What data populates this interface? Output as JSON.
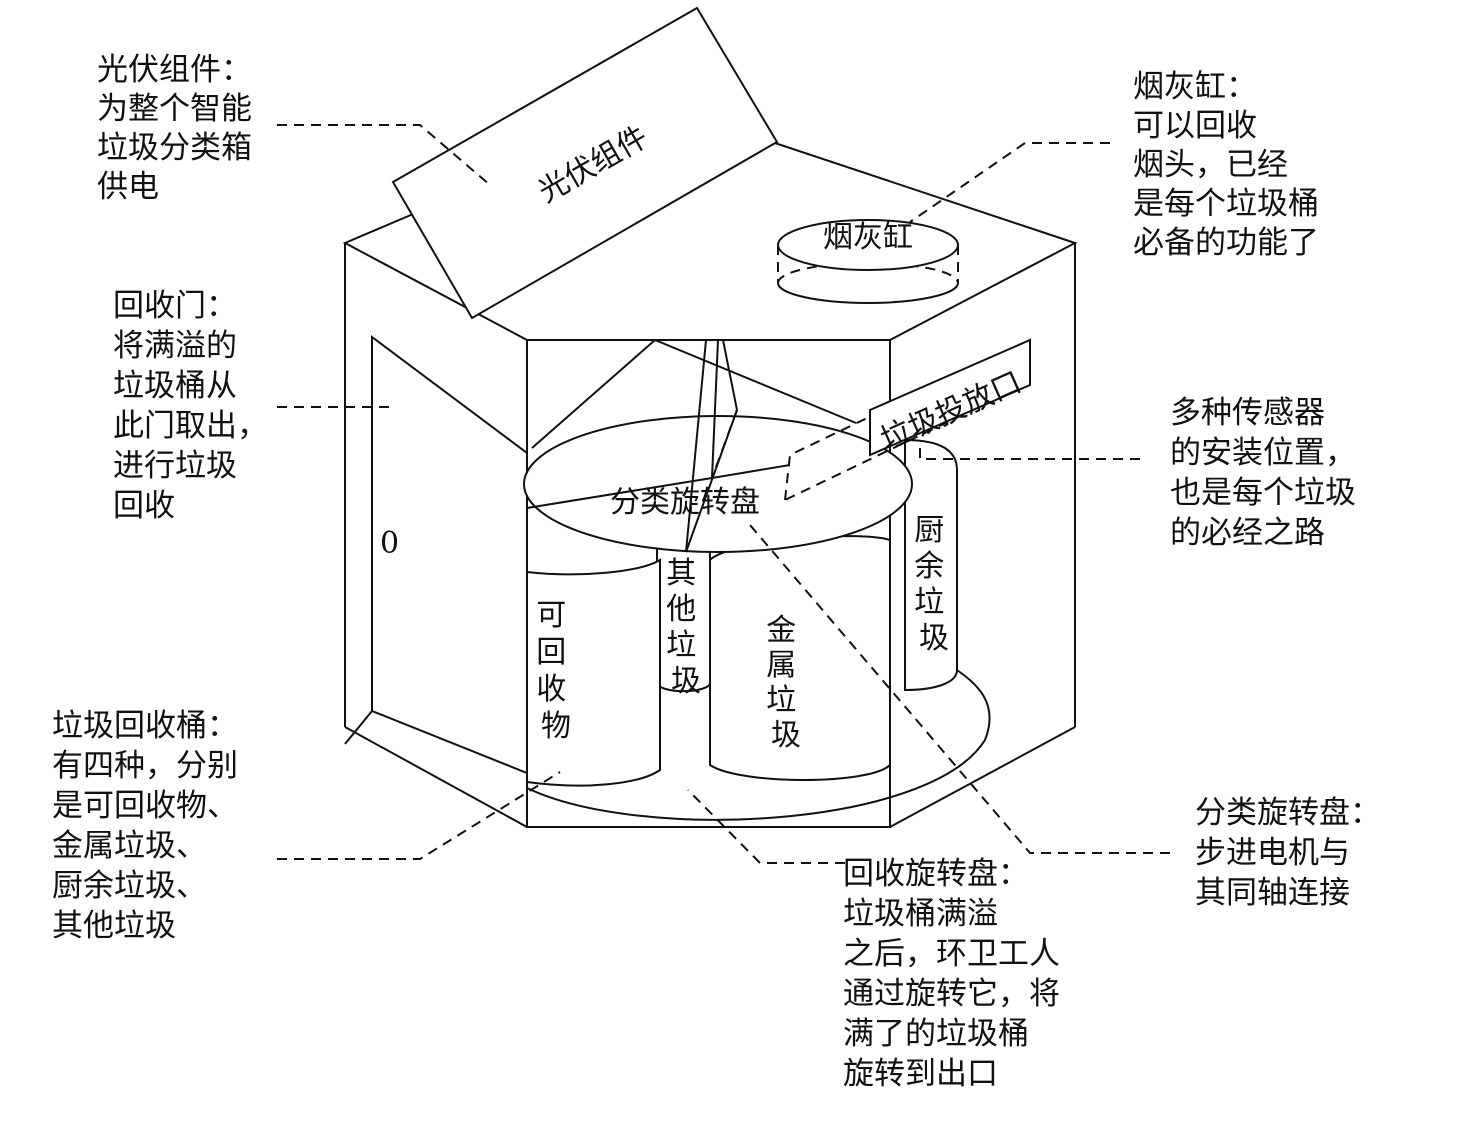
{
  "diagram": {
    "panel_label": "光伏组件",
    "ashtray_label": "烟灰缸",
    "inlet_label": "垃圾投放口",
    "disk_label": "分类旋转盘",
    "door_label": "0",
    "bins": {
      "recyclable": [
        "可",
        "回",
        "收",
        "物"
      ],
      "other": [
        "其",
        "他",
        "垃",
        "圾"
      ],
      "metal": [
        "金",
        "属",
        "垃",
        "圾"
      ],
      "kitchen": [
        "厨",
        "余",
        "垃",
        "圾"
      ]
    }
  },
  "callouts": {
    "solar": [
      "光伏组件：",
      "为整个智能",
      "垃圾分类箱",
      "供电"
    ],
    "ashtray": [
      "烟灰缸：",
      "可以回收",
      "烟头，已经",
      "是每个垃圾桶",
      "必备的功能了"
    ],
    "door": [
      "回收门：",
      "将满溢的",
      "垃圾桶从",
      "此门取出，",
      "进行垃圾",
      "回收"
    ],
    "sensors": [
      "多种传感器",
      "的安装位置，",
      "也是每个垃圾",
      "的必经之路"
    ],
    "bins": [
      "垃圾回收桶：",
      "有四种，分别",
      "是可回收物、",
      "金属垃圾、",
      "厨余垃圾、",
      "其他垃圾"
    ],
    "sort_disk": [
      "分类旋转盘：",
      "步进电机与",
      "其同轴连接"
    ],
    "recycle_disk": [
      "回收旋转盘：",
      "垃圾桶满溢",
      "之后，环卫工人",
      "通过旋转它，将",
      "满了的垃圾桶",
      "旋转到出口"
    ]
  }
}
